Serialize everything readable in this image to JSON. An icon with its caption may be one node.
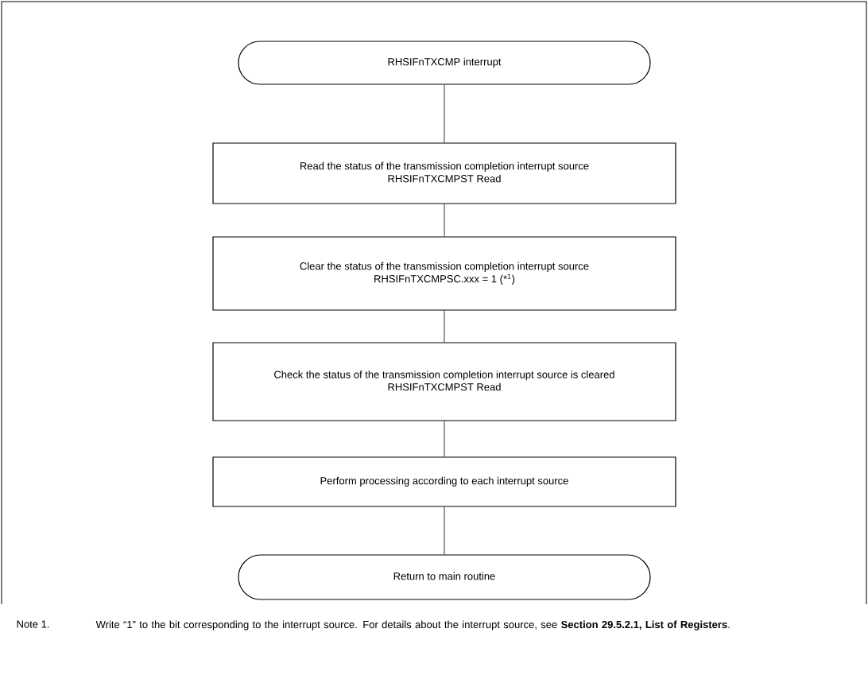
{
  "diagram": {
    "nodes": [
      {
        "text": [
          "RHSIFnTXCMP interrupt"
        ]
      },
      {
        "text": [
          "Read the status of the transmission completion interrupt source",
          "RHSIFnTXCMPST Read"
        ]
      },
      {
        "text": [
          "Clear the status of the transmission completion interrupt source",
          "RHSIFnTXCMPSC.xxx = 1 (*$^{1}$)"
        ]
      },
      {
        "text": [
          "Check the status of the transmission completion interrupt source is cleared",
          "RHSIFnTXCMPST Read"
        ]
      },
      {
        "text": [
          "Perform processing according to each interrupt source"
        ]
      },
      {
        "text": [
          "Return to main routine"
        ]
      }
    ],
    "edges": [
      {
        "from": 0,
        "to": 1,
        "arrow": "none"
      },
      {
        "from": 1,
        "to": 2,
        "arrow": "none"
      },
      {
        "from": 2,
        "to": 3,
        "arrow": "none"
      },
      {
        "from": 3,
        "to": 4,
        "arrow": "none"
      },
      {
        "from": 4,
        "to": 5,
        "arrow": "none"
      }
    ],
    "labels": [
      "Note 1.",
      "Write “1” to the bit corresponding to the interrupt source. For details about the interrupt source, see **Section 29.5.2.1, List of Registers**."
    ]
  }
}
